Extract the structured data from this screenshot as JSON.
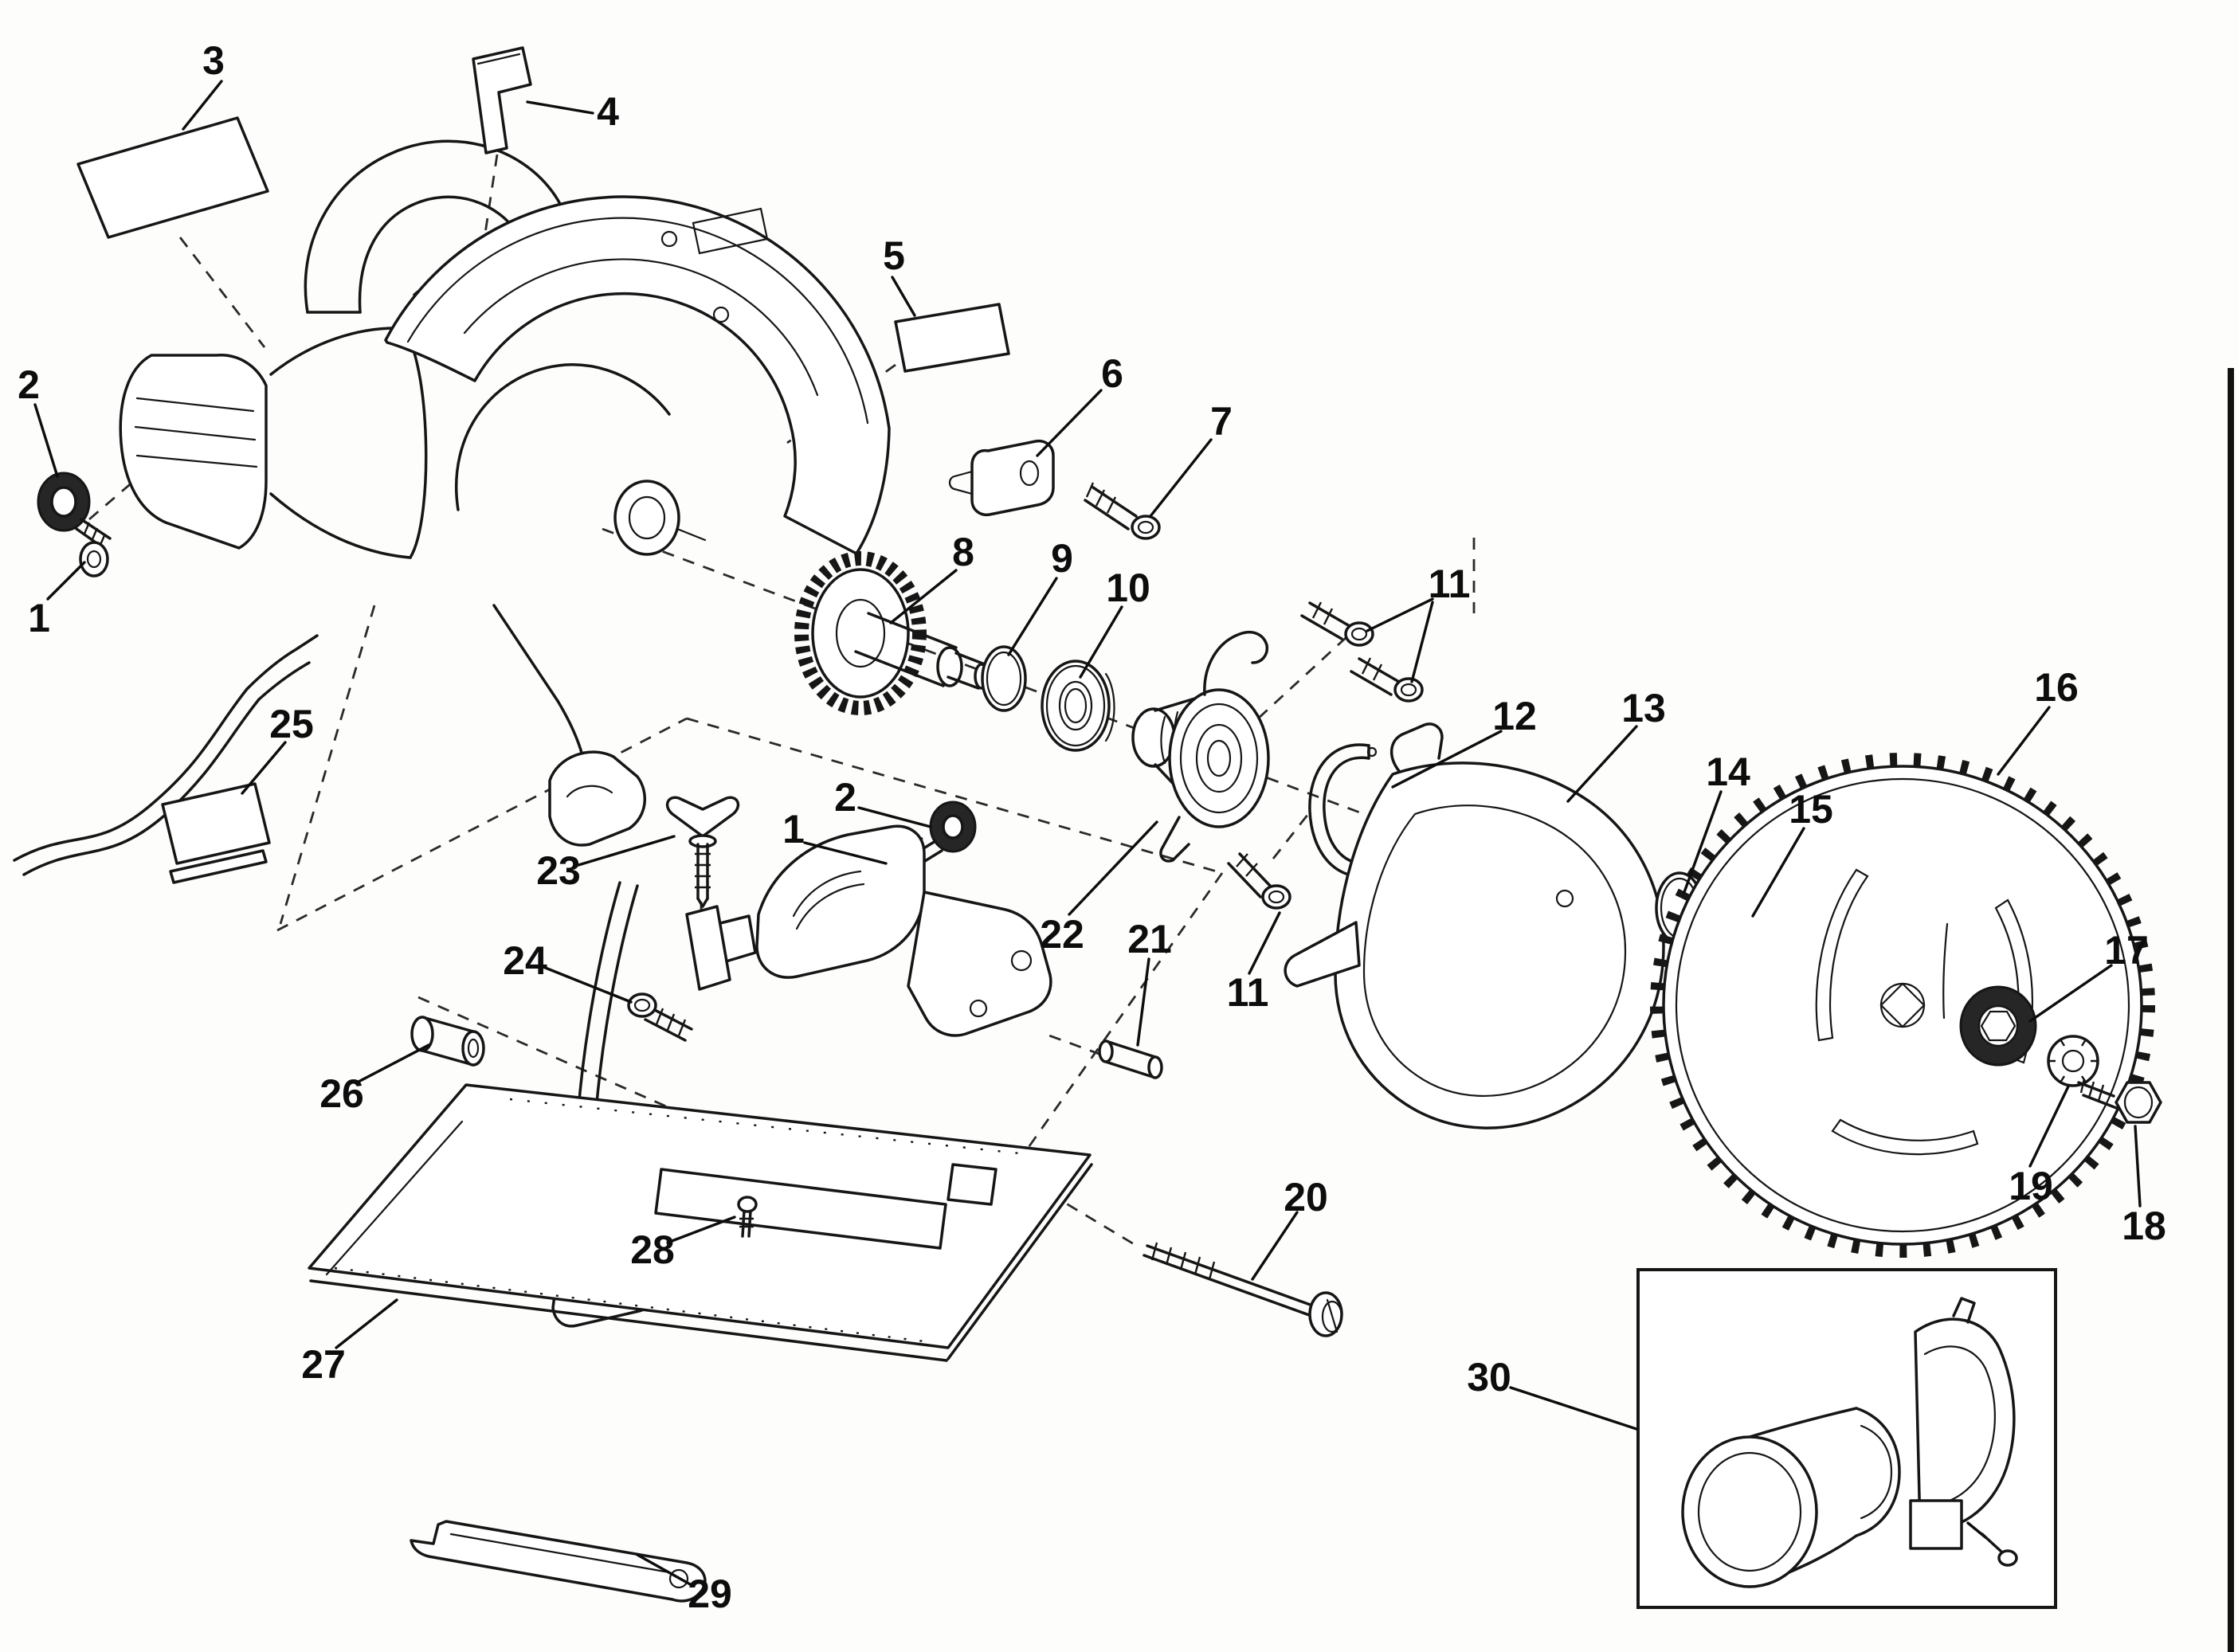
{
  "figure": {
    "ink_color": "#161616",
    "paper_color": "#fdfdfc"
  },
  "callouts": [
    {
      "label": "3"
    },
    {
      "label": "4"
    },
    {
      "label": "2"
    },
    {
      "label": "1"
    },
    {
      "label": "5"
    },
    {
      "label": "6"
    },
    {
      "label": "7"
    },
    {
      "label": "8"
    },
    {
      "label": "9"
    },
    {
      "label": "10"
    },
    {
      "label": "11"
    },
    {
      "label": "12"
    },
    {
      "label": "13"
    },
    {
      "label": "14"
    },
    {
      "label": "15"
    },
    {
      "label": "16"
    },
    {
      "label": "17"
    },
    {
      "label": "25"
    },
    {
      "label": "2"
    },
    {
      "label": "1"
    },
    {
      "label": "23"
    },
    {
      "label": "24"
    },
    {
      "label": "22"
    },
    {
      "label": "21"
    },
    {
      "label": "11"
    },
    {
      "label": "26"
    },
    {
      "label": "19"
    },
    {
      "label": "18"
    },
    {
      "label": "20"
    },
    {
      "label": "28"
    },
    {
      "label": "27"
    },
    {
      "label": "29"
    },
    {
      "label": "30"
    }
  ]
}
